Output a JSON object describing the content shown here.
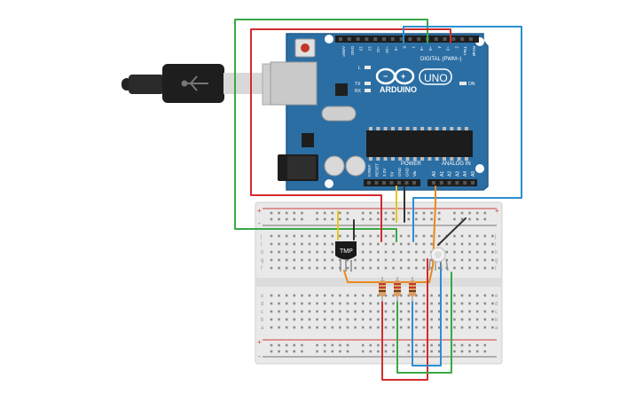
{
  "board": {
    "logo_text": "ARDUINO",
    "model": "UNO",
    "digital_header": "DIGITAL (PWM~)",
    "power_header": "POWER",
    "analog_header": "ANALOG IN",
    "on_label": "ON",
    "led_l": "L",
    "led_tx": "TX",
    "led_rx": "RX",
    "digital_pins": [
      "AREF",
      "GND",
      "13",
      "12",
      "~11",
      "~10",
      "~9",
      "8",
      "7",
      "~6",
      "~5",
      "4",
      "~3",
      "2",
      "TX▸1",
      "RX◂0"
    ],
    "power_pins": [
      "IOREF",
      "RESET",
      "3.3V",
      "5V",
      "GND",
      "GND",
      "Vin"
    ],
    "analog_pins": [
      "A0",
      "A1",
      "A2",
      "A3",
      "A4",
      "A5"
    ]
  },
  "sensor": {
    "label": "TMP"
  },
  "breadboard": {
    "rail_plus": "+",
    "rail_minus": "-",
    "row_letters_top": [
      "j",
      "i",
      "h",
      "g",
      "f"
    ],
    "row_letters_bottom": [
      "e",
      "d",
      "c",
      "b",
      "a"
    ]
  },
  "colors": {
    "board": "#2b6ea4",
    "wire_red": "#d22c2c",
    "wire_green": "#3aa845",
    "wire_blue": "#2c8ed1",
    "wire_black": "#333333",
    "wire_yellow": "#e8c619",
    "wire_orange": "#e8891b"
  }
}
